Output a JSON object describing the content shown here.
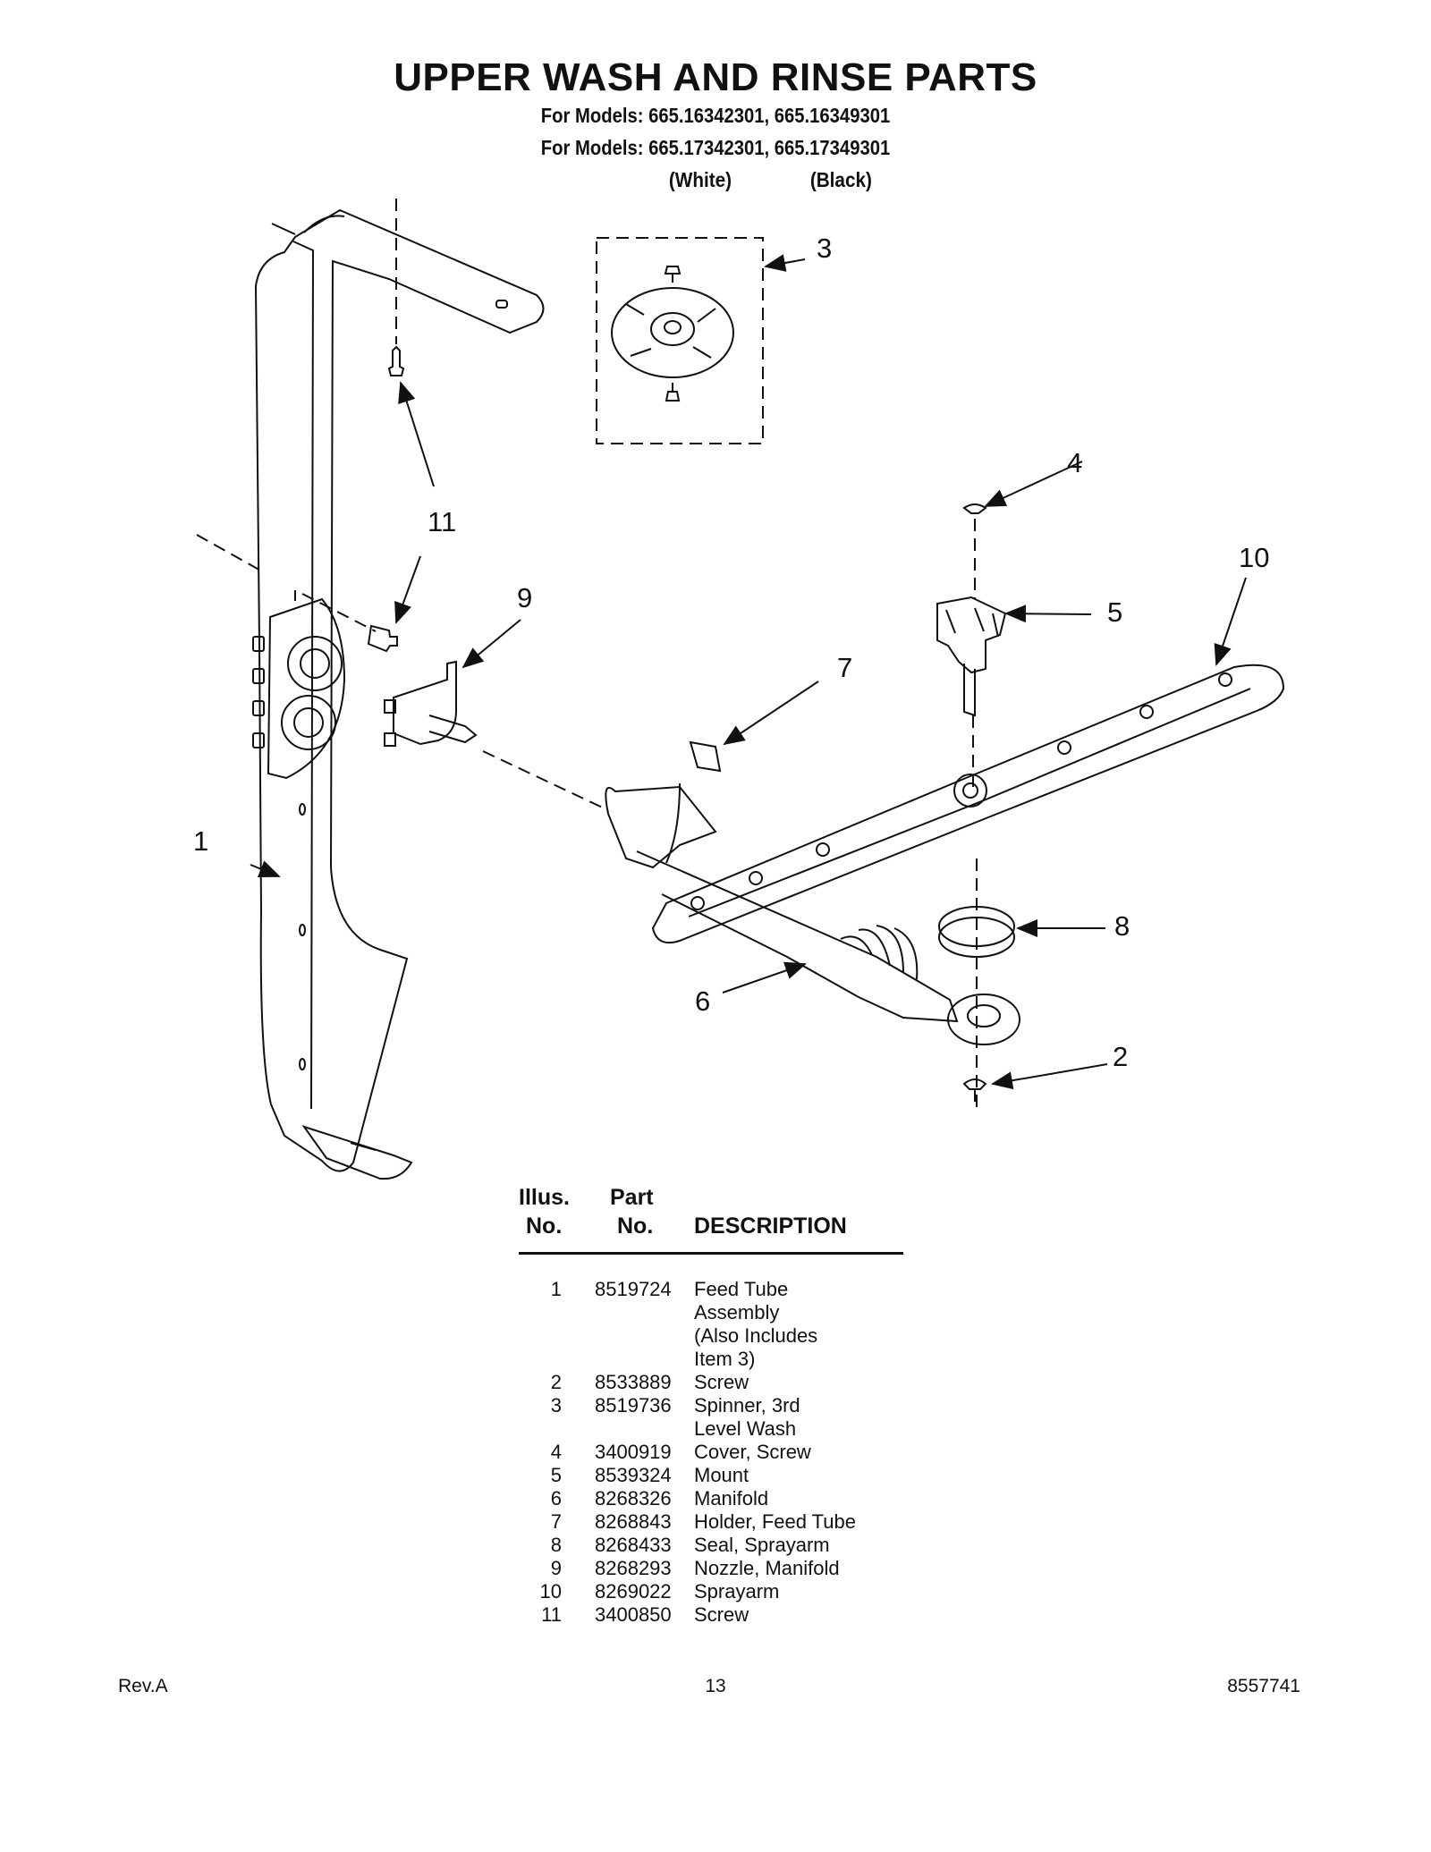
{
  "page": {
    "title": "UPPER WASH AND RINSE PARTS",
    "models_line1": "For Models: 665.16342301, 665.16349301",
    "models_line2": "For Models: 665.17342301, 665.17349301",
    "variant_white": "(White)",
    "variant_black": "(Black)"
  },
  "callouts": [
    "1",
    "2",
    "3",
    "4",
    "5",
    "6",
    "7",
    "8",
    "9",
    "10",
    "11"
  ],
  "parts_table": {
    "header_illus_1": "Illus.",
    "header_illus_2": "No.",
    "header_part_1": "Part",
    "header_part_2": "No.",
    "header_desc": "DESCRIPTION",
    "rows": [
      {
        "no": "1",
        "part": "8519724",
        "desc": [
          "Feed Tube",
          "Assembly",
          "(Also Includes",
          "Item 3)"
        ]
      },
      {
        "no": "2",
        "part": "8533889",
        "desc": [
          "Screw"
        ]
      },
      {
        "no": "3",
        "part": "8519736",
        "desc": [
          "Spinner, 3rd",
          "Level Wash"
        ]
      },
      {
        "no": "4",
        "part": "3400919",
        "desc": [
          "Cover, Screw"
        ]
      },
      {
        "no": "5",
        "part": "8539324",
        "desc": [
          "Mount"
        ]
      },
      {
        "no": "6",
        "part": "8268326",
        "desc": [
          "Manifold"
        ]
      },
      {
        "no": "7",
        "part": "8268843",
        "desc": [
          "Holder, Feed Tube"
        ]
      },
      {
        "no": "8",
        "part": "8268433",
        "desc": [
          "Seal, Sprayarm"
        ]
      },
      {
        "no": "9",
        "part": "8268293",
        "desc": [
          "Nozzle, Manifold"
        ]
      },
      {
        "no": "10",
        "part": "8269022",
        "desc": [
          "Sprayarm"
        ]
      },
      {
        "no": "11",
        "part": "3400850",
        "desc": [
          "Screw"
        ]
      }
    ]
  },
  "footer": {
    "left": "Rev.A",
    "page_number": "13",
    "right": "8557741"
  }
}
